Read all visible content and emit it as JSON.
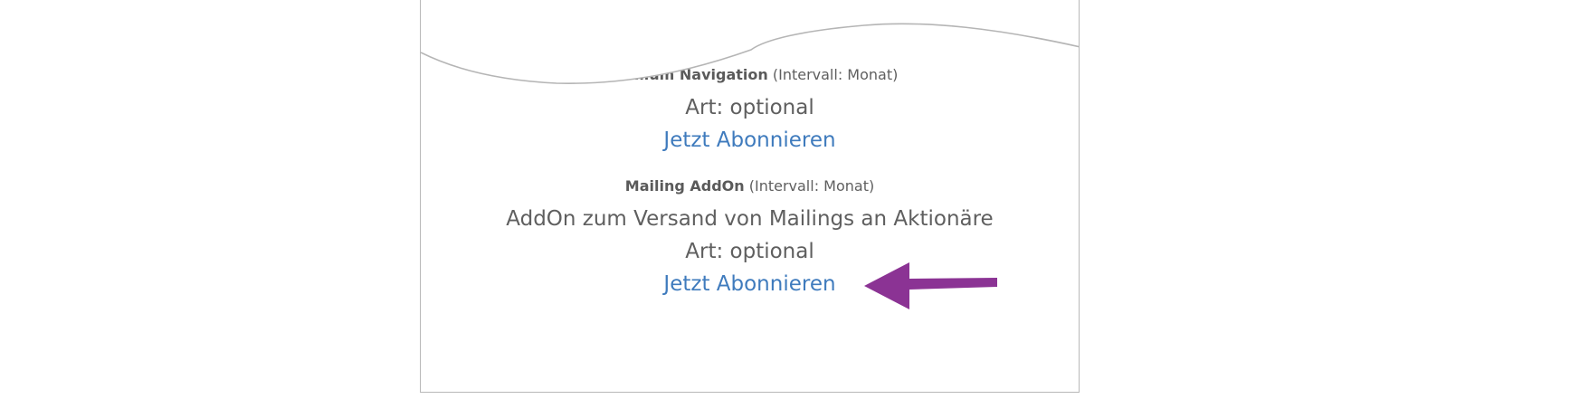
{
  "plans": [
    {
      "name": "Premium Navigation",
      "interval": "(Intervall: Monat)",
      "type_label": "Art: optional",
      "subscribe_label": "Jetzt Abonnieren"
    },
    {
      "name": "Mailing AddOn",
      "interval": "(Intervall: Monat)",
      "description": "AddOn zum Versand von Mailings an Aktionäre",
      "type_label": "Art: optional",
      "subscribe_label": "Jetzt Abonnieren"
    }
  ],
  "annotation": {
    "icon": "arrow-left-icon",
    "color": "#8b3394"
  },
  "colors": {
    "link": "#3f7bbd",
    "text": "#5f5f5f",
    "border": "#b8b8b8"
  }
}
